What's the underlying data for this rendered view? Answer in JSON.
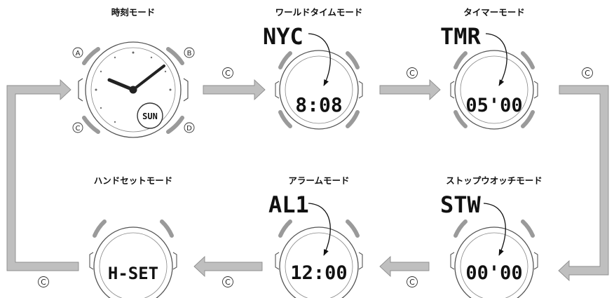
{
  "modes": {
    "timekeeping": {
      "title": "時刻モード",
      "day": "SUN"
    },
    "world_time": {
      "title": "ワールドタイムモード",
      "code": "NYC",
      "value": "8:08"
    },
    "timer": {
      "title": "タイマーモード",
      "code": "TMR",
      "value": "05'00"
    },
    "stopwatch": {
      "title": "ストップウオッチモード",
      "code": "STW",
      "value": "00'00"
    },
    "alarm": {
      "title": "アラームモード",
      "code": "AL1",
      "value": "12:00"
    },
    "hand_set": {
      "title": "ハンドセットモード",
      "value": "H-SET"
    }
  },
  "buttons": {
    "a": "A",
    "b": "B",
    "c": "C",
    "d": "D"
  },
  "arrow_button_label": "C",
  "colors": {
    "arrow_fill": "#bfbfbf",
    "arrow_stroke": "#8c8c8c",
    "bezel": "#9a9a9a",
    "ink": "#111111"
  }
}
